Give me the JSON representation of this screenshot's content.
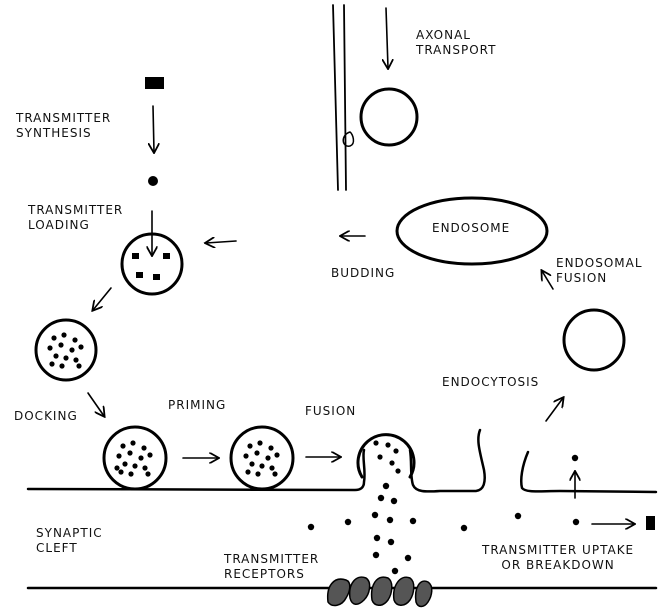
{
  "labels": {
    "axonal_transport": [
      "AXONAL",
      "TRANSPORT"
    ],
    "transmitter_synthesis": [
      "TRANSMITTER",
      "SYNTHESIS"
    ],
    "transmitter_loading": [
      "TRANSMITTER",
      "LOADING"
    ],
    "endosome": "ENDOSOME",
    "budding": "BUDDING",
    "endosomal_fusion": [
      "ENDOSOMAL",
      "FUSION"
    ],
    "endocytosis": "ENDOCYTOSIS",
    "docking": "DOCKING",
    "priming": "PRIMING",
    "fusion": "FUSION",
    "synaptic_cleft": [
      "SYNAPTIC",
      "CLEFT"
    ],
    "transmitter_receptors": [
      "TRANSMITTER",
      "RECEPTORS"
    ],
    "transmitter_uptake": [
      "TRANSMITTER UPTAKE",
      "OR BREAKDOWN"
    ]
  },
  "colors": {
    "ink": "#000000",
    "receptor": "#555555",
    "background": "#ffffff"
  }
}
